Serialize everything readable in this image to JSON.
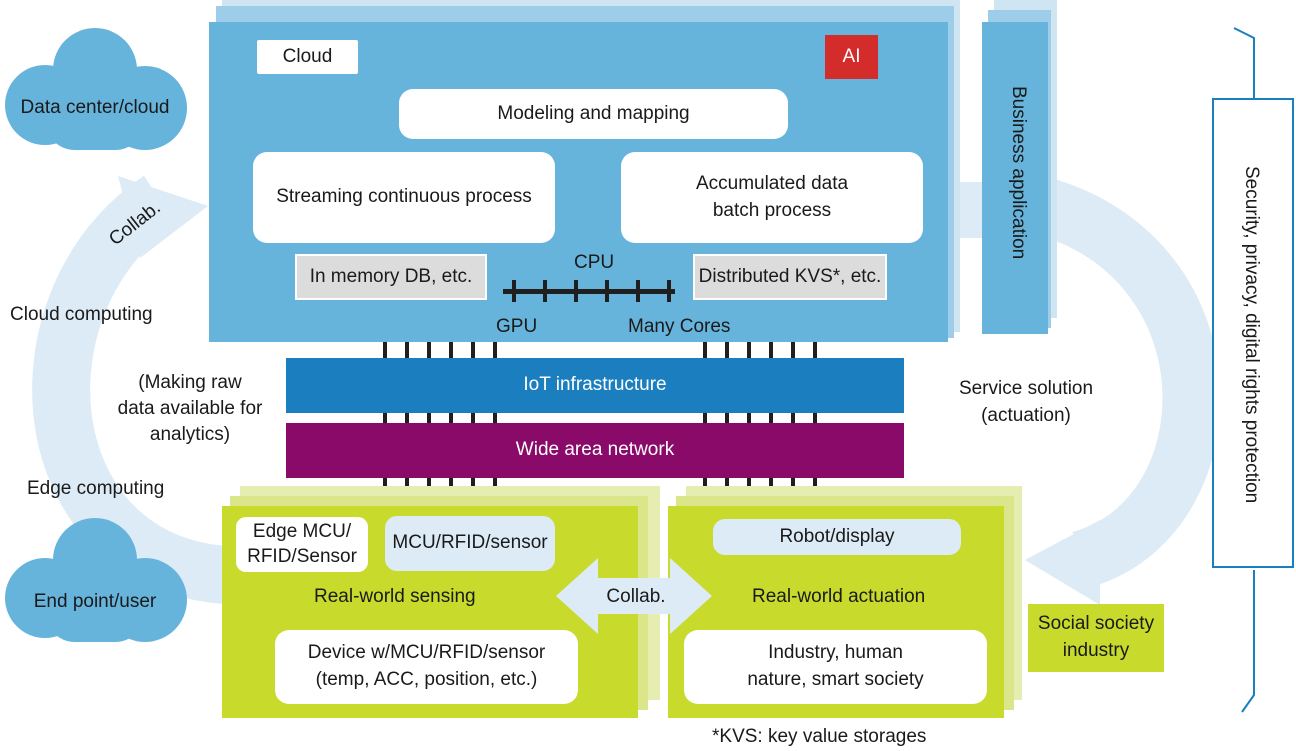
{
  "clouds": {
    "top": "Data center/cloud",
    "bottom": "End point/user"
  },
  "left_side": {
    "collab": "Collab.",
    "cloud_computing": "Cloud computing",
    "making_raw_line1": "(Making raw",
    "making_raw_line2": "data available for",
    "making_raw_line3": "analytics)",
    "edge_computing": "Edge computing"
  },
  "cloud_panel": {
    "title": "Cloud",
    "ai_badge": "AI",
    "modeling": "Modeling and mapping",
    "streaming": "Streaming continuous process",
    "accumulated_line1": "Accumulated data",
    "accumulated_line2": "batch process",
    "in_memory": "In memory DB, etc.",
    "distributed": "Distributed KVS*, etc.",
    "cpu": "CPU",
    "gpu": "GPU",
    "many_cores": "Many Cores"
  },
  "business_application": "Business application",
  "layers": {
    "iot": "IoT infrastructure",
    "wan": "Wide area network"
  },
  "right_side": {
    "service_line1": "Service solution",
    "service_line2": "(actuation)"
  },
  "security": "Security, privacy, digital rights protection",
  "sensing_panel": {
    "edge_line1": "Edge MCU/",
    "edge_line2": "RFID/Sensor",
    "mcu": "MCU/RFID/sensor",
    "title": "Real-world sensing",
    "device_line1": "Device w/MCU/RFID/sensor",
    "device_line2": "(temp, ACC, position, etc.)"
  },
  "middle_collab": "Collab.",
  "actuation_panel": {
    "robot": "Robot/display",
    "title": "Real-world actuation",
    "industry_line1": "Industry, human",
    "industry_line2": "nature, smart society"
  },
  "social": {
    "line1": "Social society",
    "line2": "industry"
  },
  "footnote": "*KVS: key value storages",
  "colors": {
    "cloud_blue": "#66b4dc",
    "iot_blue": "#1b7fbf",
    "wan_purple": "#8a0a6a",
    "ai_red": "#d42b2b",
    "lime": "#c8da2c",
    "arrow_pale": "#dcebf5"
  }
}
